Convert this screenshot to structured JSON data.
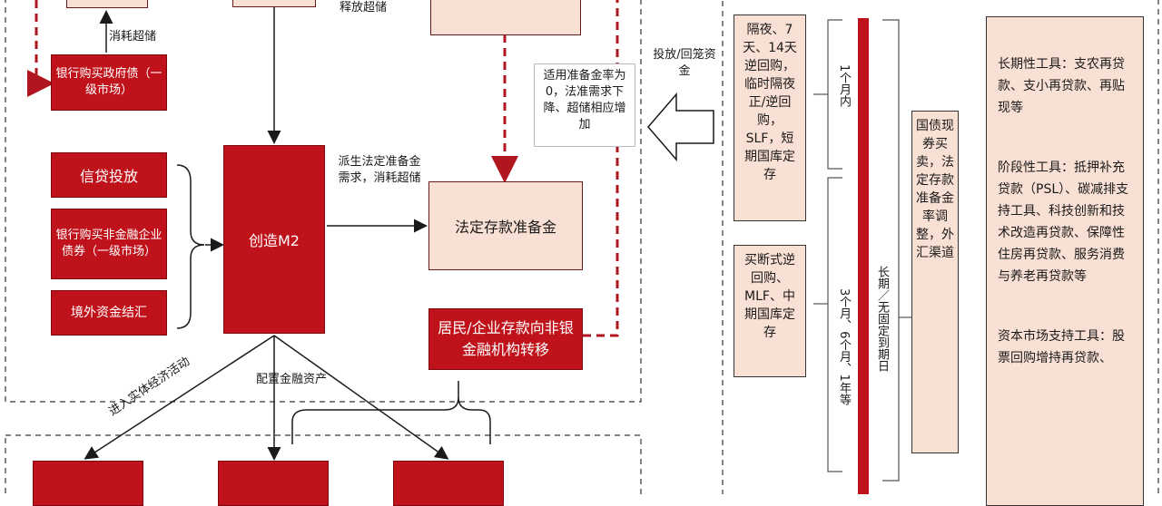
{
  "left": {
    "gov_bond": "银行购买政府债（一级市场）",
    "consume_excess_1": "消耗超储",
    "release_excess": "释放超储",
    "credit": "信贷投放",
    "corp_bond": "银行购买非金融企业债券（一级市场）",
    "fx": "境外资金结汇",
    "m2": "创造M2",
    "derived_reserve": "派生法定准备金需求，消耗超储",
    "legal_reserve": "法定存款准备金",
    "zero_rate_note": "适用准备金率为0，法准需求下降、超储相应增加",
    "deposit_transfer": "居民/企业存款向非银金融机构转移",
    "real_economy": "进入实体经济活动",
    "financial_assets": "配置金融资产"
  },
  "middle": {
    "invest_label": "投放/回笼资金"
  },
  "right": {
    "short_tools": "隔夜、7天、14天逆回购，临时隔夜正/逆回购，SLF，短期国库定存",
    "mid_tools": "买断式逆回购、MLF、中期国库定存",
    "within_1m": "1个月内",
    "term_3_6_12": "3个月、6个月、1年等",
    "long_term": "长期／无固定到期日",
    "long_ops": "国债现券买卖，法定存款准备金率调整，外汇渠道",
    "structural_long": "长期性工具：支农再贷款、支小再贷款、再贴现等",
    "structural_phase": "阶段性工具：抵押补充贷款（PSL）、碳减排支持工具、科技创新和技术改造再贷款、保障性住房再贷款、服务消费与养老再贷款等",
    "structural_capital": "资本市场支持工具：股票回购增持再贷款、"
  }
}
